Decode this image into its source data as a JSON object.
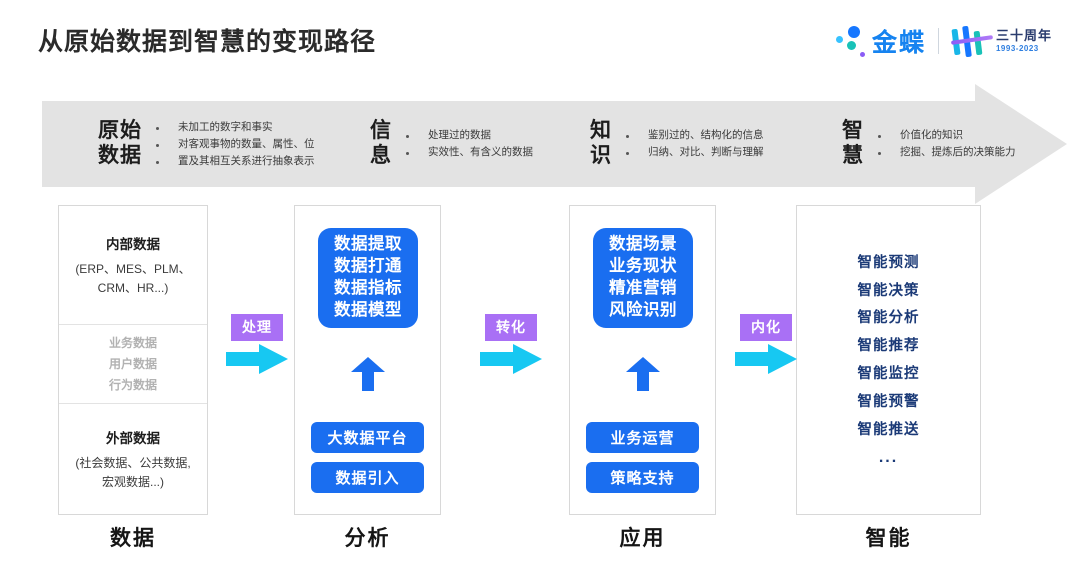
{
  "header": {
    "title": "从原始数据到智慧的变现路径",
    "brand": {
      "name": "金蝶",
      "anniversary_cn": "三十周年",
      "anniversary_years": "1993-2023"
    }
  },
  "banner": {
    "stages": [
      {
        "name_line1": "原始",
        "name_line2": "数据",
        "bullets": [
          "未加工的数字和事实",
          "对客观事物的数量、属性、位",
          "置及其相互关系进行抽象表示"
        ]
      },
      {
        "name_line1": "信",
        "name_line2": "息",
        "bullets": [
          "处理过的数据",
          "实效性、有含义的数据"
        ]
      },
      {
        "name_line1": "知",
        "name_line2": "识",
        "bullets": [
          "鉴别过的、结构化的信息",
          "归纳、对比、判断与理解"
        ]
      },
      {
        "name_line1": "智",
        "name_line2": "慧",
        "bullets": [
          "价值化的知识",
          "挖掘、提炼后的决策能力"
        ]
      }
    ]
  },
  "columns": {
    "data": {
      "footer": "数据",
      "internal_title": "内部数据",
      "internal_sub_line1": "(ERP、MES、PLM、",
      "internal_sub_line2": "CRM、HR...)",
      "middle_items": [
        "业务数据",
        "用户数据",
        "行为数据"
      ],
      "external_title": "外部数据",
      "external_sub_line1": "(社会数据、公共数据,",
      "external_sub_line2": "宏观数据...)"
    },
    "analysis": {
      "footer": "分析",
      "box_lines": [
        "数据提取",
        "数据打通",
        "数据指标",
        "数据模型"
      ],
      "pills": [
        "大数据平台",
        "数据引入"
      ]
    },
    "application": {
      "footer": "应用",
      "box_lines": [
        "数据场景",
        "业务现状",
        "精准营销",
        "风险识别"
      ],
      "pills": [
        "业务运营",
        "策略支持"
      ]
    },
    "intelligence": {
      "footer": "智能",
      "items": [
        "智能预测",
        "智能决策",
        "智能分析",
        "智能推荐",
        "智能监控",
        "智能预警",
        "智能推送"
      ],
      "ellipsis": "..."
    }
  },
  "connectors": [
    {
      "label": "处理"
    },
    {
      "label": "转化"
    },
    {
      "label": "内化"
    }
  ],
  "colors": {
    "banner_gray": "#e3e3e3",
    "blue": "#1a6ef0",
    "purple_badge": "#a970f5",
    "cyan_arrow": "#17c8f2",
    "navy_text": "#1b3a77",
    "gray_text": "#b2b2b2"
  }
}
